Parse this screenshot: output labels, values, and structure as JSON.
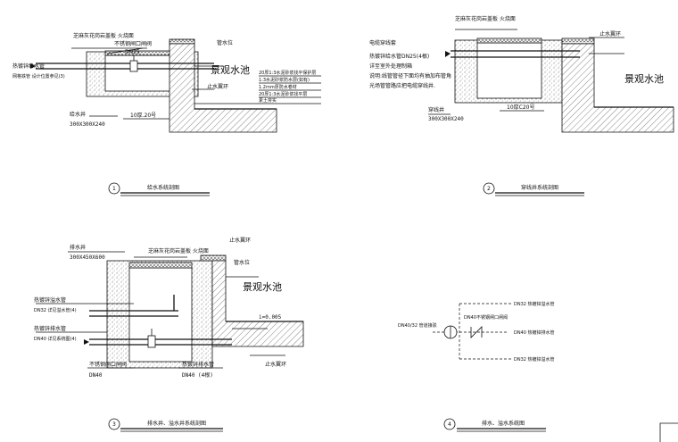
{
  "sections": [
    {
      "number": "1",
      "title": "给水系统剖图",
      "labels": {
        "supply_pipe": "热镀锌给水管",
        "supply_note": "网格铁管 设计位置参见(3)",
        "cover": "芝麻灰花岗岩盖板 火烧面",
        "valve": "不锈钢闸口闸阀",
        "dn": "DN25",
        "overflow": "管水位",
        "pool": "景观水池",
        "waterproof": "止水翼环",
        "well": "给水井",
        "well_size": "300X300X240",
        "slope": "10厚.20号",
        "layers": [
          "20厚1:3水泥砂浆找平保护层",
          "1:3水泥砂浆防水层(如有)",
          "1.2mm厚防水卷材",
          "20厚1:3水泥砂浆找平层",
          "素土夯实"
        ]
      }
    },
    {
      "number": "2",
      "title": "穿线井系统剖图",
      "labels": {
        "cover": "芝麻灰花岗岩盖板 火烧面",
        "stop": "止水翼环",
        "cable": "电缆穿线套",
        "pipe": "热镀锌给水管DN25(4根)",
        "pipe2": "详至室外处理制箱",
        "note1": "说明:线管管径下面均有抽加布管角",
        "note2": "光场管管路应把电缆穿线井.",
        "well": "穿线井",
        "well_size": "300X300X240",
        "slope": "10厚C20号",
        "pool": "景观水池"
      }
    },
    {
      "number": "3",
      "title": "排水井、溢水井系统剖图",
      "labels": {
        "well": "排水井",
        "well_size": "300X450X600",
        "cover": "芝麻灰花岗岩盖板 火烧面",
        "stop": "止水翼环",
        "water_level": "管水位",
        "pool": "景观水池",
        "overflow_pipe": "热镀锌溢水管",
        "overflow_dn": "DN32 详见溢水管(4)",
        "drain_pipe": "热镀锌排水管",
        "drain_dn": "DN40 详见系统图(4)",
        "slope": "i=0.005",
        "stop2": "止水翼环",
        "valve": "不锈钢闸口闸阀",
        "valve_dn": "DN40",
        "drain2": "热镀锌排水管",
        "drain2_dn": "DN40 (4根)"
      }
    },
    {
      "number": "4",
      "title": "排水、溢水系统图",
      "labels": {
        "left": "DN40/32 管道接驳",
        "mid": "DN40不锈钢闸口闸阀",
        "top": "DN32 热镀锌溢水管",
        "right": "DN40 热镀锌排水管",
        "bottom": "DN32 热镀锌溢水管"
      }
    }
  ]
}
